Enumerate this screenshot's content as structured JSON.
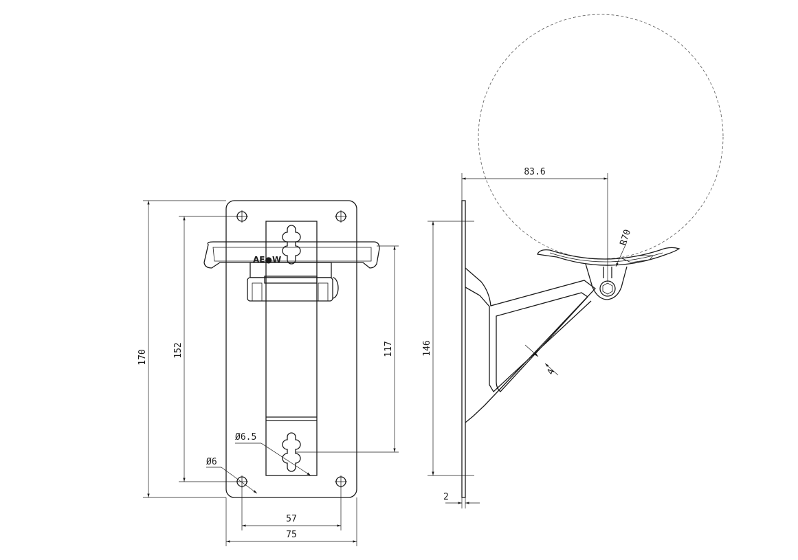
{
  "dimensions": {
    "height_overall": "170",
    "height_holes": "152",
    "height_slot": "117",
    "height_side": "146",
    "width_holes": "57",
    "width_overall": "75",
    "hole_dia": "Ø6",
    "slot_dia": "Ø6.5",
    "thickness": "2",
    "rib": "4",
    "reach": "83.6",
    "radius": "R70"
  },
  "logo": {
    "text": "AE●W"
  }
}
